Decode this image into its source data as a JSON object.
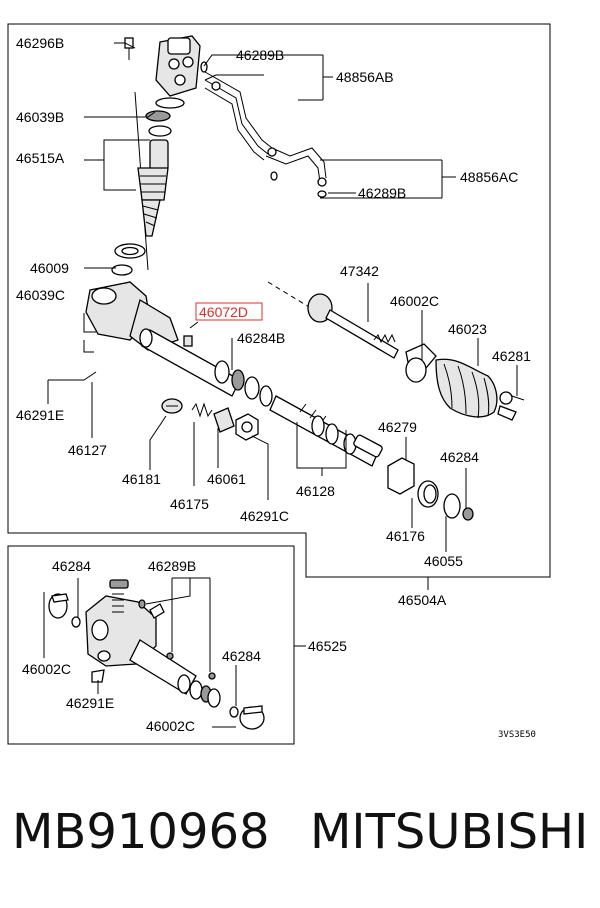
{
  "diagram": {
    "highlight_color": "#d9302c",
    "code": "3VS3E50",
    "labels": {
      "l_46296B": "46296B",
      "l_46289B_top": "46289B",
      "l_48856AB": "48856AB",
      "l_46039B": "46039B",
      "l_46515A": "46515A",
      "l_48856AC": "48856AC",
      "l_46289B_mid": "46289B",
      "l_46009": "46009",
      "l_47342": "47342",
      "l_46039C": "46039C",
      "l_46072D": "46072D",
      "l_46002C": "46002C",
      "l_46023": "46023",
      "l_46284B": "46284B",
      "l_46281": "46281",
      "l_46291E": "46291E",
      "l_46279": "46279",
      "l_46127": "46127",
      "l_46284": "46284",
      "l_46181": "46181",
      "l_46061": "46061",
      "l_46128": "46128",
      "l_46175": "46175",
      "l_46291C": "46291C",
      "l_46176": "46176",
      "l_46055": "46055",
      "l_46504A": "46504A",
      "i_46284": "46284",
      "i_46289B": "46289B",
      "i_46525": "46525",
      "i_46002C": "46002C",
      "i_46284b": "46284",
      "i_46291E": "46291E",
      "i_46002C_b": "46002C"
    }
  },
  "caption": {
    "part_number": "MB910968",
    "brand": "MITSUBISHI"
  }
}
